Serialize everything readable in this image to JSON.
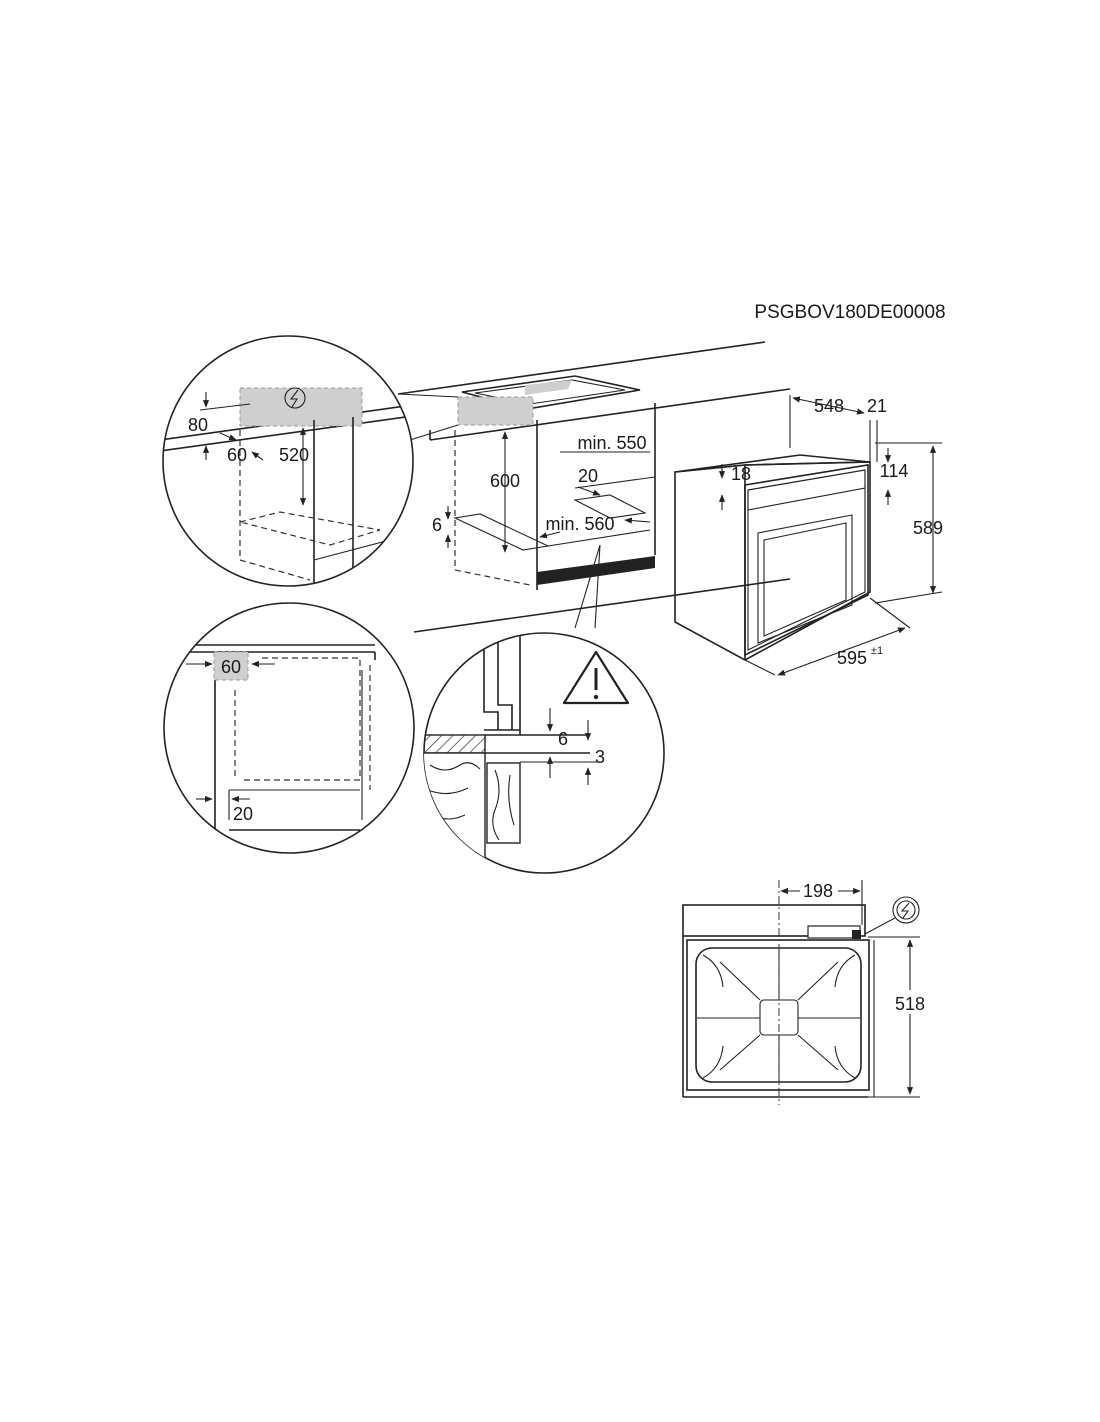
{
  "product_code": "PSGBOV180DE00008",
  "dimensions": {
    "top_detail": {
      "d80": "80",
      "d60": "60",
      "d520": "520"
    },
    "niche": {
      "d600": "600",
      "min550": "min. 550",
      "d20": "20",
      "d6": "6",
      "min560": "min. 560"
    },
    "oven": {
      "d548": "548",
      "d21": "21",
      "d18": "18",
      "d114": "114",
      "d589": "589",
      "d595": "595",
      "d595_tol": "±1"
    },
    "side_detail": {
      "d60": "60",
      "d20": "20"
    },
    "floor_detail": {
      "d6": "6",
      "d3": "3"
    },
    "back_view": {
      "d198": "198",
      "d518": "518"
    }
  },
  "icons": {
    "electric_symbol": "lightning-icon",
    "warning_symbol": "warning-triangle-icon"
  }
}
